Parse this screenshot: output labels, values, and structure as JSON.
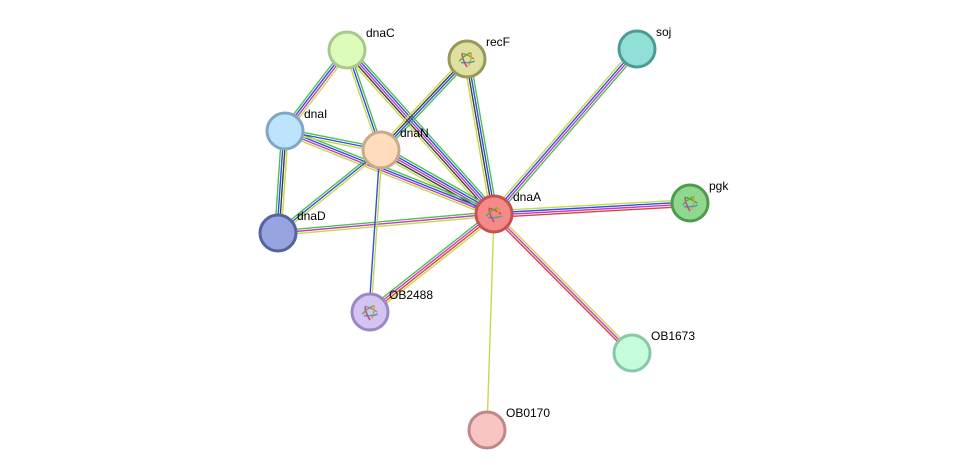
{
  "nodes": [
    {
      "id": "dnaA",
      "label": "dnaA",
      "fill": "#f48a8a",
      "stroke": "#c85050",
      "structure": true
    },
    {
      "id": "dnaN",
      "label": "dnaN",
      "fill": "#ffdcbc",
      "stroke": "#c8aa8c",
      "structure": false
    },
    {
      "id": "dnaC",
      "label": "dnaC",
      "fill": "#dcfcbc",
      "stroke": "#a8c88c",
      "structure": false
    },
    {
      "id": "recF",
      "label": "recF",
      "fill": "#e0e0a0",
      "stroke": "#989858",
      "structure": true
    },
    {
      "id": "soj",
      "label": "soj",
      "fill": "#90e0d8",
      "stroke": "#4c9c94",
      "structure": false
    },
    {
      "id": "dnaI",
      "label": "dnaI",
      "fill": "#bce4fc",
      "stroke": "#80a8c4",
      "structure": false
    },
    {
      "id": "dnaD",
      "label": "dnaD",
      "fill": "#98a4e0",
      "stroke": "#5464a0",
      "structure": false
    },
    {
      "id": "pgk",
      "label": "pgk",
      "fill": "#90d890",
      "stroke": "#4c9c4c",
      "structure": true
    },
    {
      "id": "OB2488",
      "label": "OB2488",
      "fill": "#d4c4f4",
      "stroke": "#9c88c4",
      "structure": true
    },
    {
      "id": "OB1673",
      "label": "OB1673",
      "fill": "#c4fcdc",
      "stroke": "#88c8a4",
      "structure": false
    },
    {
      "id": "OB0170",
      "label": "OB0170",
      "fill": "#f8c4c4",
      "stroke": "#c08888",
      "structure": false
    }
  ],
  "edges": [
    {
      "source": "dnaA",
      "target": "soj",
      "colors": [
        "#c8d84c",
        "#3050e0",
        "#c040c0",
        "#50c050"
      ]
    },
    {
      "source": "dnaA",
      "target": "recF",
      "colors": [
        "#c8d84c",
        "#404040",
        "#3050e0",
        "#50c050"
      ]
    },
    {
      "source": "dnaA",
      "target": "dnaC",
      "colors": [
        "#c8d84c",
        "#404040",
        "#c040c0",
        "#3050e0",
        "#50c050"
      ]
    },
    {
      "source": "dnaA",
      "target": "dnaN",
      "colors": [
        "#c8d84c",
        "#404040",
        "#c040c0",
        "#3050e0",
        "#50c050"
      ]
    },
    {
      "source": "dnaA",
      "target": "dnaI",
      "colors": [
        "#c8d84c",
        "#c040c0",
        "#3050e0",
        "#50c050"
      ]
    },
    {
      "source": "dnaA",
      "target": "dnaD",
      "colors": [
        "#c8d84c",
        "#c040c0",
        "#50c050"
      ]
    },
    {
      "source": "dnaA",
      "target": "pgk",
      "colors": [
        "#c8d84c",
        "#3050e0",
        "#c040c0",
        "#e04040"
      ]
    },
    {
      "source": "dnaA",
      "target": "OB2488",
      "colors": [
        "#c8d84c",
        "#e04040",
        "#c040c0",
        "#50c050"
      ]
    },
    {
      "source": "dnaA",
      "target": "OB1673",
      "colors": [
        "#c8d84c",
        "#c040c0",
        "#e04040"
      ]
    },
    {
      "source": "dnaA",
      "target": "OB0170",
      "colors": [
        "#c8d84c"
      ]
    },
    {
      "source": "dnaN",
      "target": "dnaC",
      "colors": [
        "#c8d84c",
        "#3050e0",
        "#50c050"
      ]
    },
    {
      "source": "dnaN",
      "target": "recF",
      "colors": [
        "#c8d84c",
        "#404040",
        "#3050e0",
        "#50c050"
      ]
    },
    {
      "source": "dnaN",
      "target": "dnaI",
      "colors": [
        "#c8d84c",
        "#3050e0",
        "#50c050"
      ]
    },
    {
      "source": "dnaN",
      "target": "dnaD",
      "colors": [
        "#c8d84c",
        "#3050e0",
        "#50c050"
      ]
    },
    {
      "source": "dnaN",
      "target": "OB2488",
      "colors": [
        "#c8d84c",
        "#3050e0"
      ]
    },
    {
      "source": "dnaC",
      "target": "dnaI",
      "colors": [
        "#c8d84c",
        "#c040c0",
        "#3050e0",
        "#50c050"
      ]
    },
    {
      "source": "dnaI",
      "target": "dnaD",
      "colors": [
        "#c8d84c",
        "#404040",
        "#3050e0",
        "#50c050"
      ]
    }
  ]
}
